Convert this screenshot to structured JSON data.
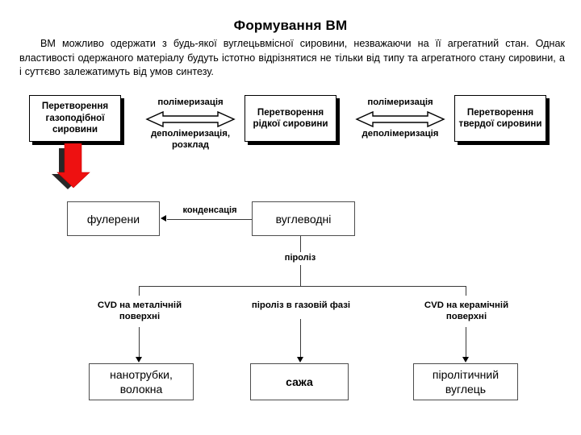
{
  "slide": {
    "title": "Формування ВМ",
    "body": "ВМ можливо одержати з будь-якої вуглецьвмісної сировини, незважаючи на її агрегатний стан. Однак властивості одержаного матеріалу будуть істотно відрізнятися не тільки від типу та агрегатного стану сировини, а і суттєво залежатимуть від умов синтезу."
  },
  "diagram": {
    "top_row": {
      "box_gas": "Перетворення газоподібної сировини",
      "box_liquid": "Перетворення рідкої сировини",
      "box_solid": "Перетворення твердої сировини",
      "arrow1_top": "полімеризація",
      "arrow1_bottom": "деполімеризація, розклад",
      "arrow2_top": "полімеризація",
      "arrow2_bottom": "деполімеризація"
    },
    "middle_row": {
      "box_fullerenes": "фулерени",
      "box_hydrocarbons": "вуглеводні",
      "link_condensation": "конденсація",
      "link_pyrolysis": "піроліз"
    },
    "branch_labels": {
      "left": "CVD на металічній поверхні",
      "center": "піроліз в газовій фазі",
      "right": "CVD на керамічній поверхні"
    },
    "bottom_row": {
      "box_nanotubes": "нанотрубки, волокна",
      "box_soot": "сажа",
      "box_pyrocarbon": "піролітичний вуглець"
    }
  },
  "colors": {
    "accent_red": "#ee1111",
    "line": "#3a3a3a",
    "text": "#000000",
    "background": "#ffffff"
  }
}
